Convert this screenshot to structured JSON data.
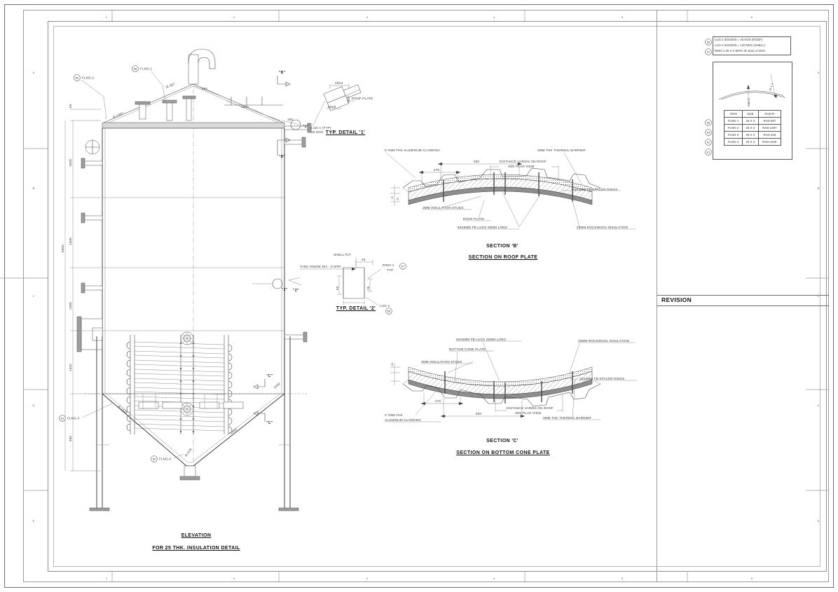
{
  "sheet": {
    "columns": [
      "1",
      "2",
      "3",
      "4",
      "5",
      "6"
    ],
    "rows": [
      "A",
      "B",
      "C",
      "D",
      "E"
    ],
    "revision_label": "REVISION"
  },
  "elevation": {
    "caption_1": "ELEVATION",
    "caption_2": "FOR 25 THK. INSULATION DETAIL",
    "callouts": [
      {
        "bubble": "59",
        "label": "FLNG-2"
      },
      {
        "bubble": "58",
        "label": "FLNG-1"
      },
      {
        "bubble": "61",
        "label": "FLNG-4"
      },
      {
        "bubble": "60",
        "label": "FLNG-3"
      }
    ],
    "dims": {
      "r_1397": "R-1397",
      "r_397": "R-397",
      "d_402": "402",
      "d_1000": "1000",
      "d_150": "150",
      "v_top": "65",
      "v_1500a": "1500",
      "v_1500b": "1500",
      "v_overall": "5000",
      "v_1442": "1442",
      "v_465": "465",
      "r_1628": "R-1628",
      "d_1400": "1400",
      "r_228": "R-228"
    },
    "section_marks": {
      "b": "\"B\"",
      "c": "\"C\"",
      "z": "\"Z\"",
      "one": "\"1\""
    }
  },
  "detail_1": {
    "title": "TYP. DETAIL '1'",
    "dim_25x3": "25X3",
    "dim_50x5": "50X5",
    "roof_plate": "ROOF PLATE",
    "lug_note_1": "LUG-1 (TYP)",
    "lug_note_2": "45 NOS"
  },
  "detail_2": {
    "title": "TYP. DETAIL '2'",
    "bubble": "58",
    "shell_plt": "SHELL PLT",
    "tank_dia": "TANK INSIDE DIA - 3 MTR",
    "dim_25": "25",
    "ring_1": "RING-1",
    "typ": "TYP",
    "ring_bubble": "57",
    "lug_1": "LUG-1",
    "dim_50": "50",
    "dim_25b": "25"
  },
  "section_b": {
    "caption_1": "SECTION 'B'",
    "caption_2": "SECTION ON ROOF PLATE",
    "labels": {
      "cladding": "0.7MM THK ALUMINUM CLADDING",
      "thermal_barrier": "3MM THK THERMAL BARRIER",
      "distance_1": "DISTANCE VARIES ON ROOF",
      "distance_2": "SEE PLAN VIEW",
      "spacer_rings": "25X3MM FB SPACER RINGS",
      "insulation_studs": "3MM INSULATION STUDS",
      "roof_plate": "ROOF PLATE",
      "lugs": "50X5MM FB LUGS 25MM LONG",
      "rockwool": "25MM ROCKWOOL INSULATION",
      "dim_500": "500",
      "dim_270": "270"
    }
  },
  "section_c": {
    "caption_1": "SECTION 'C'",
    "caption_2": "SECTION ON BOTTOM CONE PLATE",
    "labels": {
      "lugs": "50X5MM FB LUGS 25MM LONG",
      "rockwool": "25MM ROCKWOOL INSULATION",
      "bottom_cone_plate": "BOTTOM CONE PLATE",
      "insulation_studs": "3MM INSULATION STUDS",
      "spacer_rings": "25X3MM FB SPACER RINGS",
      "distance_1": "DISTANCE VARIES ON ROOF",
      "distance_2": "SEE PLAN VIEW",
      "thermal_barrier": "3MM THK THERMAL BARRIER",
      "cladding_1": "0.7MM THK",
      "cladding_2": "ALUMINUM CLADDING",
      "dim_500": "500",
      "dim_270": "270"
    }
  },
  "bom_notes": {
    "rows": [
      {
        "bubble": "56",
        "text": "LUG-1      50X20X5 = 45 NOS (ROOF)"
      },
      {
        "bubble": "",
        "text": "LUG-1      50X20X5 = 120 NOS (SHELL)"
      },
      {
        "bubble": "57",
        "text": "RING-1  25 X 3  WITH IR 1531=4 NOS"
      }
    ]
  },
  "flange_table": {
    "headers": [
      "ITEM",
      "SIZE",
      "RAD-R"
    ],
    "rows": [
      {
        "bubble": "58",
        "item": "FLNG-1",
        "size": "25 X 3",
        "rad": "RAD-397"
      },
      {
        "bubble": "59",
        "item": "FLNG-2",
        "size": "25 X 3",
        "rad": "RAD-1397"
      },
      {
        "bubble": "60",
        "item": "FLNG-3",
        "size": "25 X 3",
        "rad": "RAD-228"
      },
      {
        "bubble": "61",
        "item": "FLNG-4",
        "size": "25 X 3",
        "rad": "RAD-1628"
      }
    ],
    "sketch_label_rad": "RAD-R",
    "sketch_label_x": "25 X 3"
  }
}
